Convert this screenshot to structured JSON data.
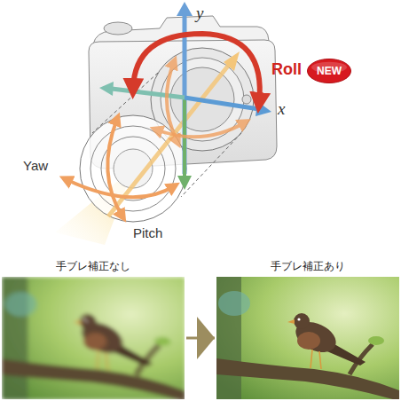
{
  "diagram": {
    "nodes": [
      {
        "text": [
          "NEW"
        ]
      },
      {
        "text": [
          "手ブレ補正なし"
        ]
      },
      {
        "text": [
          "手ブレ補正あり"
        ]
      }
    ],
    "edges": [
      {
        "from": 1,
        "to": 2,
        "arrow": "to"
      }
    ],
    "labels": [
      "y",
      "x",
      "Roll",
      "Yaw",
      "Pitch"
    ]
  }
}
